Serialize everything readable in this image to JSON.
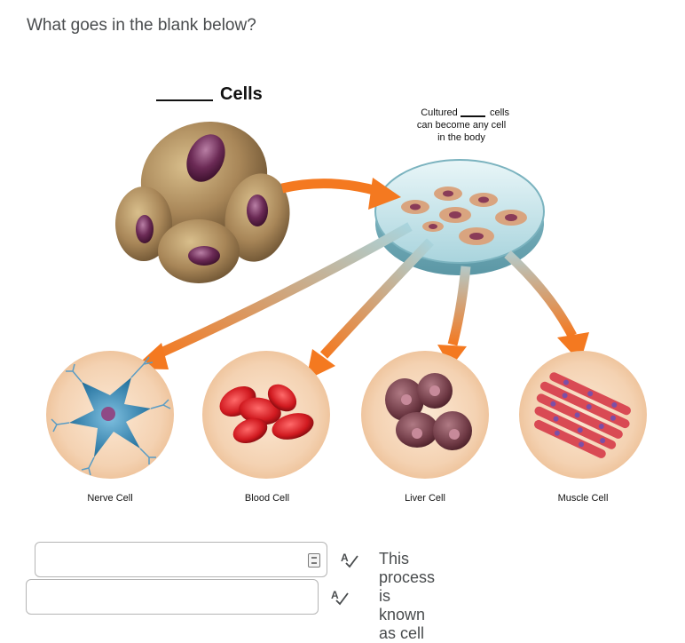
{
  "question": {
    "text": "What goes in the blank below?"
  },
  "diagram": {
    "title": "Cells",
    "dish_note": {
      "line1_a": "Cultured",
      "line1_b": "cells",
      "line2": "can become any cell",
      "line3": "in the body"
    },
    "targets": [
      {
        "label": "Nerve Cell"
      },
      {
        "label": "Blood Cell"
      },
      {
        "label": "Liver Cell"
      },
      {
        "label": "Muscle Cell"
      }
    ]
  },
  "answers": {
    "field1": {
      "value": "",
      "placeholder": ""
    },
    "field2": {
      "value": "",
      "placeholder": ""
    },
    "prompt": "This process is known as cell"
  },
  "icons": {
    "spellcheck": "spellcheck-icon",
    "field_badge": "field-badge-icon"
  },
  "colors": {
    "text": "#494c4e",
    "arrow": "#f47920",
    "halo": "#f5d5b8",
    "input_border": "#b5b5b5"
  }
}
